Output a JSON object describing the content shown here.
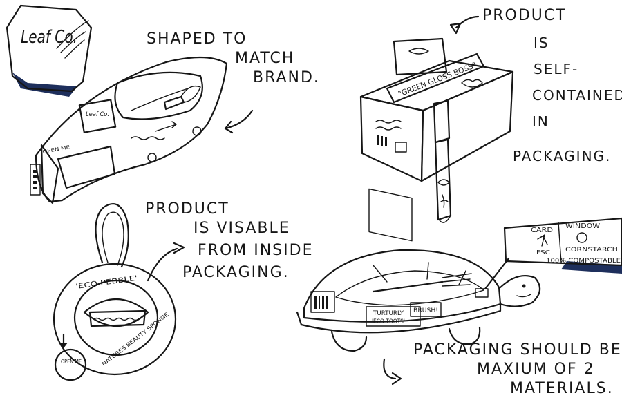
{
  "annotations": {
    "shaped_line1": "SHAPED TO",
    "shaped_line2": "MATCH",
    "shaped_line3": "BRAND.",
    "self_line1": "PRODUCT",
    "self_line2": "IS",
    "self_line3": "SELF-",
    "self_line4": "CONTAINED",
    "self_line5": "IN",
    "self_line6": "PACKAGING.",
    "visible_line1": "PRODUCT",
    "visible_line2": "IS VISABLE",
    "visible_line3": "FROM INSIDE",
    "visible_line4": "PACKAGING.",
    "materials_line1": "PACKAGING SHOULD BE",
    "materials_line2": "MAXIUM OF 2",
    "materials_line3": "MATERIALS."
  },
  "leaf_package": {
    "logo_text": "Leaf Co.",
    "tag_text": "OPEN ME"
  },
  "box_package": {
    "product_label": "\"GREEN GLOSS BOSS\""
  },
  "pebble_package": {
    "name_label": "'ECO PEBBLE'",
    "rim_text": "NATURES BEAUTY SPONGE",
    "open_me": "OPEN ME"
  },
  "turtle_package": {
    "label_line1": "TURTURLY",
    "label_line2": "'ECO TOOTS'",
    "label_badge": "BRUSH!",
    "legend": {
      "card": "CARD",
      "fsc": "FSC",
      "window": "WINDOW",
      "cornstarch": "CORNSTARCH",
      "compostable": "100% COMPOSTABLE"
    }
  },
  "colors": {
    "ink": "#161616",
    "accent": "#1e2f5c"
  }
}
